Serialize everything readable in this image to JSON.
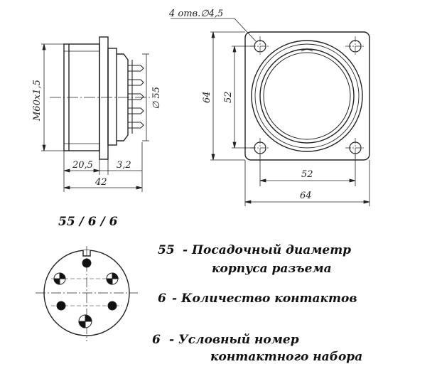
{
  "drawing": {
    "hole_note": "4 отв.∅4,5",
    "thread_label": "M60x1,5",
    "diameter_label": "∅ 55",
    "side_length_1": "20,5",
    "side_length_2": "3,2",
    "side_length_total": "42",
    "front_height_outer": "64",
    "front_height_inner": "52",
    "front_width_inner": "52",
    "front_width_outer": "64"
  },
  "designation": {
    "code": "55 / 6  / 6"
  },
  "legend": {
    "item1_value": "55",
    "item1_line1": "-  Посадочный диаметр",
    "item1_line2": "корпуса разъема",
    "item2_value": "6",
    "item2_text": "- Количество контактов",
    "item3_value": "6",
    "item3_line1": "- Условный номер",
    "item3_line2": "контактного набора"
  }
}
